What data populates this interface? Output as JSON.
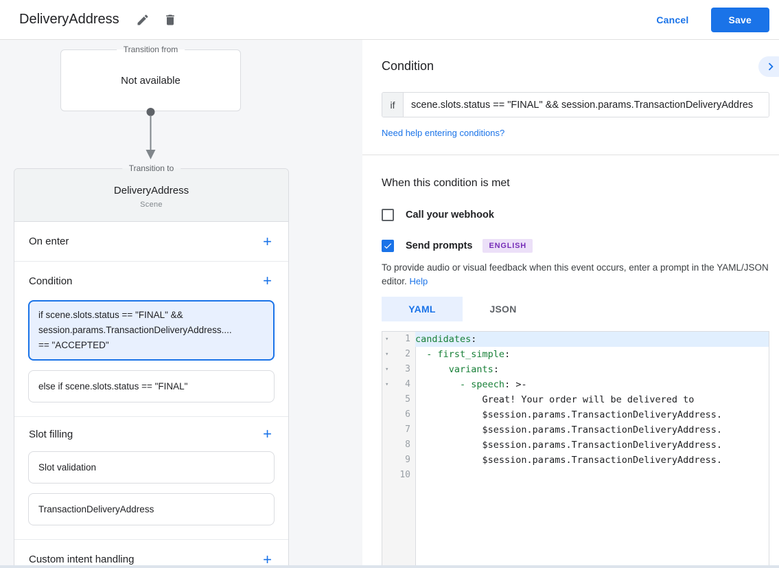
{
  "icons": {
    "add": "+",
    "fold": "▾"
  },
  "colors": {
    "accent_blue": "#1a73e8",
    "light_blue_bg": "#e8f0fe",
    "key_green": "#188038",
    "badge_purple_bg": "#ece0f8",
    "badge_purple_text": "#762db7"
  },
  "header": {
    "title": "DeliveryAddress",
    "cancel_label": "Cancel",
    "save_label": "Save"
  },
  "flow": {
    "transition_from": {
      "label": "Transition from",
      "content": "Not available"
    },
    "transition_to": {
      "label": "Transition to",
      "scene_name": "DeliveryAddress",
      "scene_type": "Scene"
    }
  },
  "left": {
    "on_enter": {
      "title": "On enter"
    },
    "condition": {
      "title": "Condition",
      "cards": [
        {
          "text": "if scene.slots.status == \"FINAL\" &&\nsession.params.TransactionDeliveryAddress....\n== \"ACCEPTED\"",
          "selected": true
        },
        {
          "text": "else if scene.slots.status == \"FINAL\"",
          "selected": false
        }
      ]
    },
    "slot_filling": {
      "title": "Slot filling",
      "cards": [
        {
          "text": "Slot validation"
        },
        {
          "text": "TransactionDeliveryAddress"
        }
      ]
    },
    "custom_intent": {
      "title": "Custom intent handling"
    }
  },
  "condition_panel": {
    "title": "Condition",
    "if_label": "if",
    "if_value": "scene.slots.status == \"FINAL\" && session.params.TransactionDeliveryAddres",
    "help_link": "Need help entering conditions?"
  },
  "when_met": {
    "title": "When this condition is met",
    "webhook_label": "Call your webhook",
    "webhook_checked": false,
    "prompts_label": "Send prompts",
    "prompts_checked": true,
    "language_badge": "ENGLISH",
    "description": "To provide audio or visual feedback when this event occurs, enter a prompt in the YAML/JSON editor.",
    "help_label": "Help"
  },
  "editor": {
    "tabs": [
      {
        "label": "YAML",
        "active": true
      },
      {
        "label": "JSON",
        "active": false
      }
    ],
    "lines": [
      {
        "n": 1,
        "fold": true,
        "active": true,
        "tokens": [
          {
            "t": "candidates",
            "c": "key"
          },
          {
            "t": ":",
            "c": "plain"
          }
        ]
      },
      {
        "n": 2,
        "fold": true,
        "tokens": [
          {
            "t": "  ",
            "c": "plain"
          },
          {
            "t": "- first_simple",
            "c": "key"
          },
          {
            "t": ":",
            "c": "plain"
          }
        ]
      },
      {
        "n": 3,
        "fold": true,
        "tokens": [
          {
            "t": "      ",
            "c": "plain"
          },
          {
            "t": "variants",
            "c": "key"
          },
          {
            "t": ":",
            "c": "plain"
          }
        ]
      },
      {
        "n": 4,
        "fold": true,
        "tokens": [
          {
            "t": "        ",
            "c": "plain"
          },
          {
            "t": "- speech",
            "c": "key"
          },
          {
            "t": ":",
            "c": "plain"
          },
          {
            "t": " >-",
            "c": "plain"
          }
        ]
      },
      {
        "n": 5,
        "tokens": [
          {
            "t": "            Great! Your order will be delivered to",
            "c": "plain"
          }
        ]
      },
      {
        "n": 6,
        "tokens": [
          {
            "t": "            $session.params.TransactionDeliveryAddress.",
            "c": "plain"
          }
        ]
      },
      {
        "n": 7,
        "tokens": [
          {
            "t": "            $session.params.TransactionDeliveryAddress.",
            "c": "plain"
          }
        ]
      },
      {
        "n": 8,
        "tokens": [
          {
            "t": "            $session.params.TransactionDeliveryAddress.",
            "c": "plain"
          }
        ]
      },
      {
        "n": 9,
        "tokens": [
          {
            "t": "            $session.params.TransactionDeliveryAddress.",
            "c": "plain"
          }
        ]
      },
      {
        "n": 10,
        "tokens": []
      }
    ]
  }
}
